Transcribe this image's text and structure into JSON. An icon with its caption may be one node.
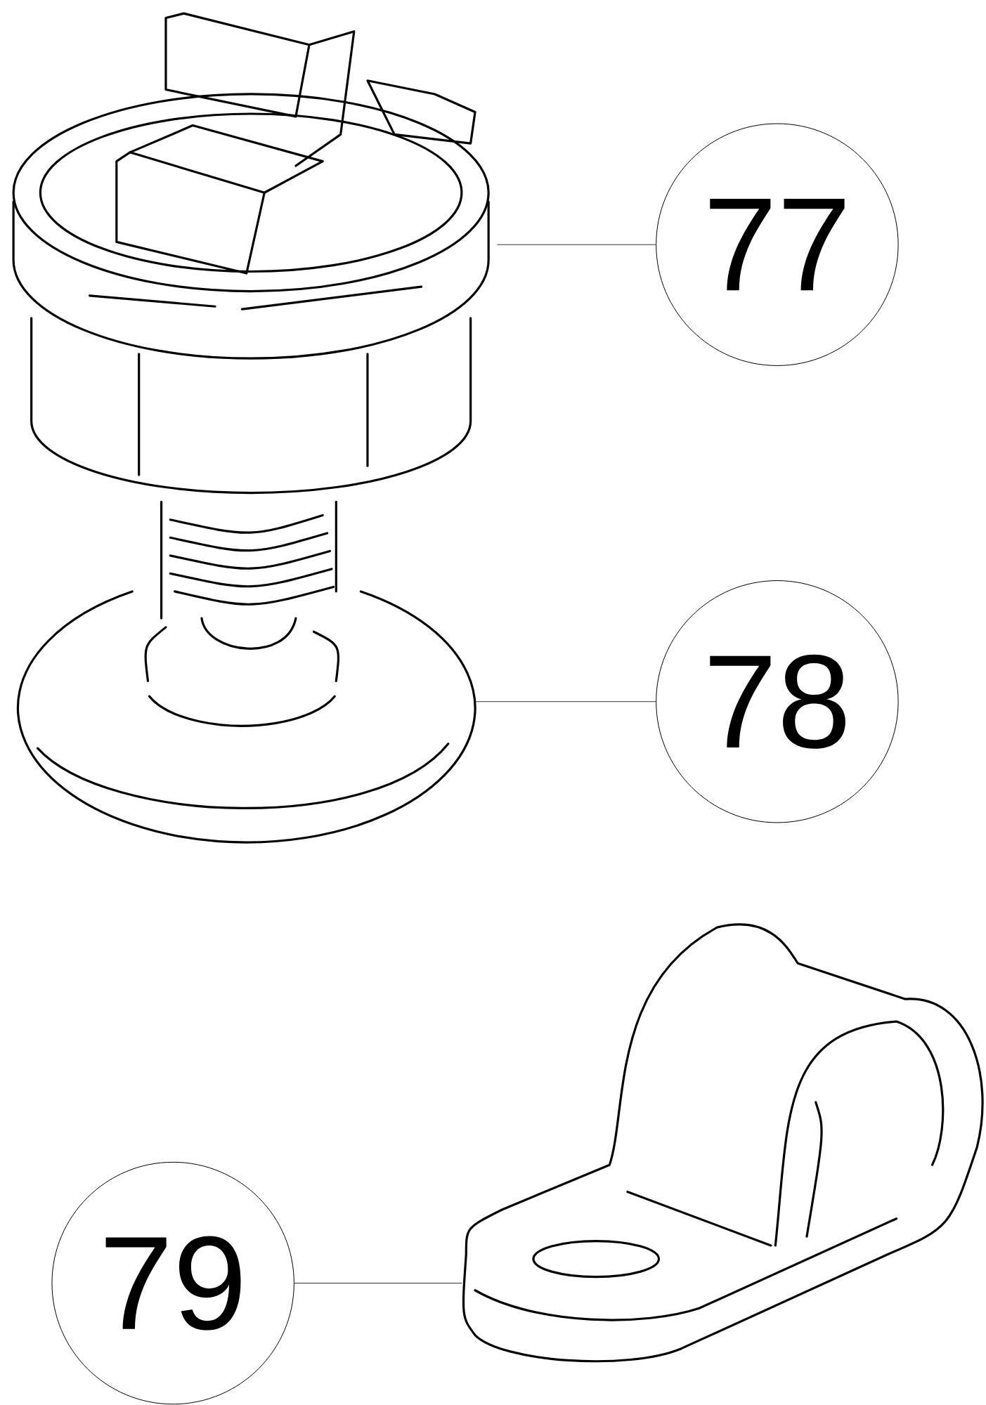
{
  "diagram": {
    "nodes": [
      {
        "text": [],
        "shape": "picture"
      },
      {
        "text": [
          "77"
        ]
      },
      {
        "text": [],
        "shape": "picture"
      },
      {
        "text": [
          "78"
        ]
      },
      {
        "text": [],
        "shape": "picture"
      },
      {
        "text": [
          "79"
        ]
      }
    ],
    "edges": [
      {
        "from": 1,
        "to": 0,
        "arrow": "none"
      },
      {
        "from": 3,
        "to": 2,
        "arrow": "none"
      },
      {
        "from": 5,
        "to": 4,
        "arrow": "none"
      }
    ]
  }
}
